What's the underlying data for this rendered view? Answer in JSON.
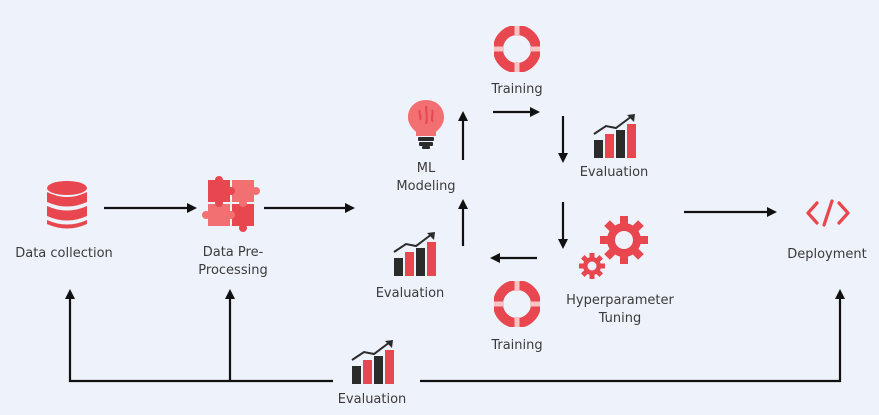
{
  "colors": {
    "accent": "#e8474f",
    "accent_light": "#f26f72",
    "dark": "#2b2b2b",
    "background": "#eef2fb",
    "text": "#3b3b3b"
  },
  "nodes": {
    "data_collection": {
      "label": "Data collection",
      "icon": "database-icon"
    },
    "data_preprocessing": {
      "label_line1": "Data Pre-",
      "label_line2": "Processing",
      "icon": "puzzle-icon"
    },
    "ml_modeling": {
      "label_line1": "ML",
      "label_line2": "Modeling",
      "icon": "lightbulb-brain-icon"
    },
    "training_top": {
      "label": "Training",
      "icon": "lifebuoy-icon"
    },
    "evaluation_top": {
      "label": "Evaluation",
      "icon": "growth-chart-icon"
    },
    "hyperparameter_tuning": {
      "label_line1": "Hyperparameter",
      "label_line2": "Tuning",
      "icon": "gears-icon"
    },
    "training_bottom": {
      "label": "Training",
      "icon": "lifebuoy-icon"
    },
    "evaluation_middle": {
      "label": "Evaluation",
      "icon": "growth-chart-icon"
    },
    "evaluation_bottom": {
      "label": "Evaluation",
      "icon": "growth-chart-icon"
    },
    "deployment": {
      "label": "Deployment",
      "icon": "code-icon"
    }
  }
}
